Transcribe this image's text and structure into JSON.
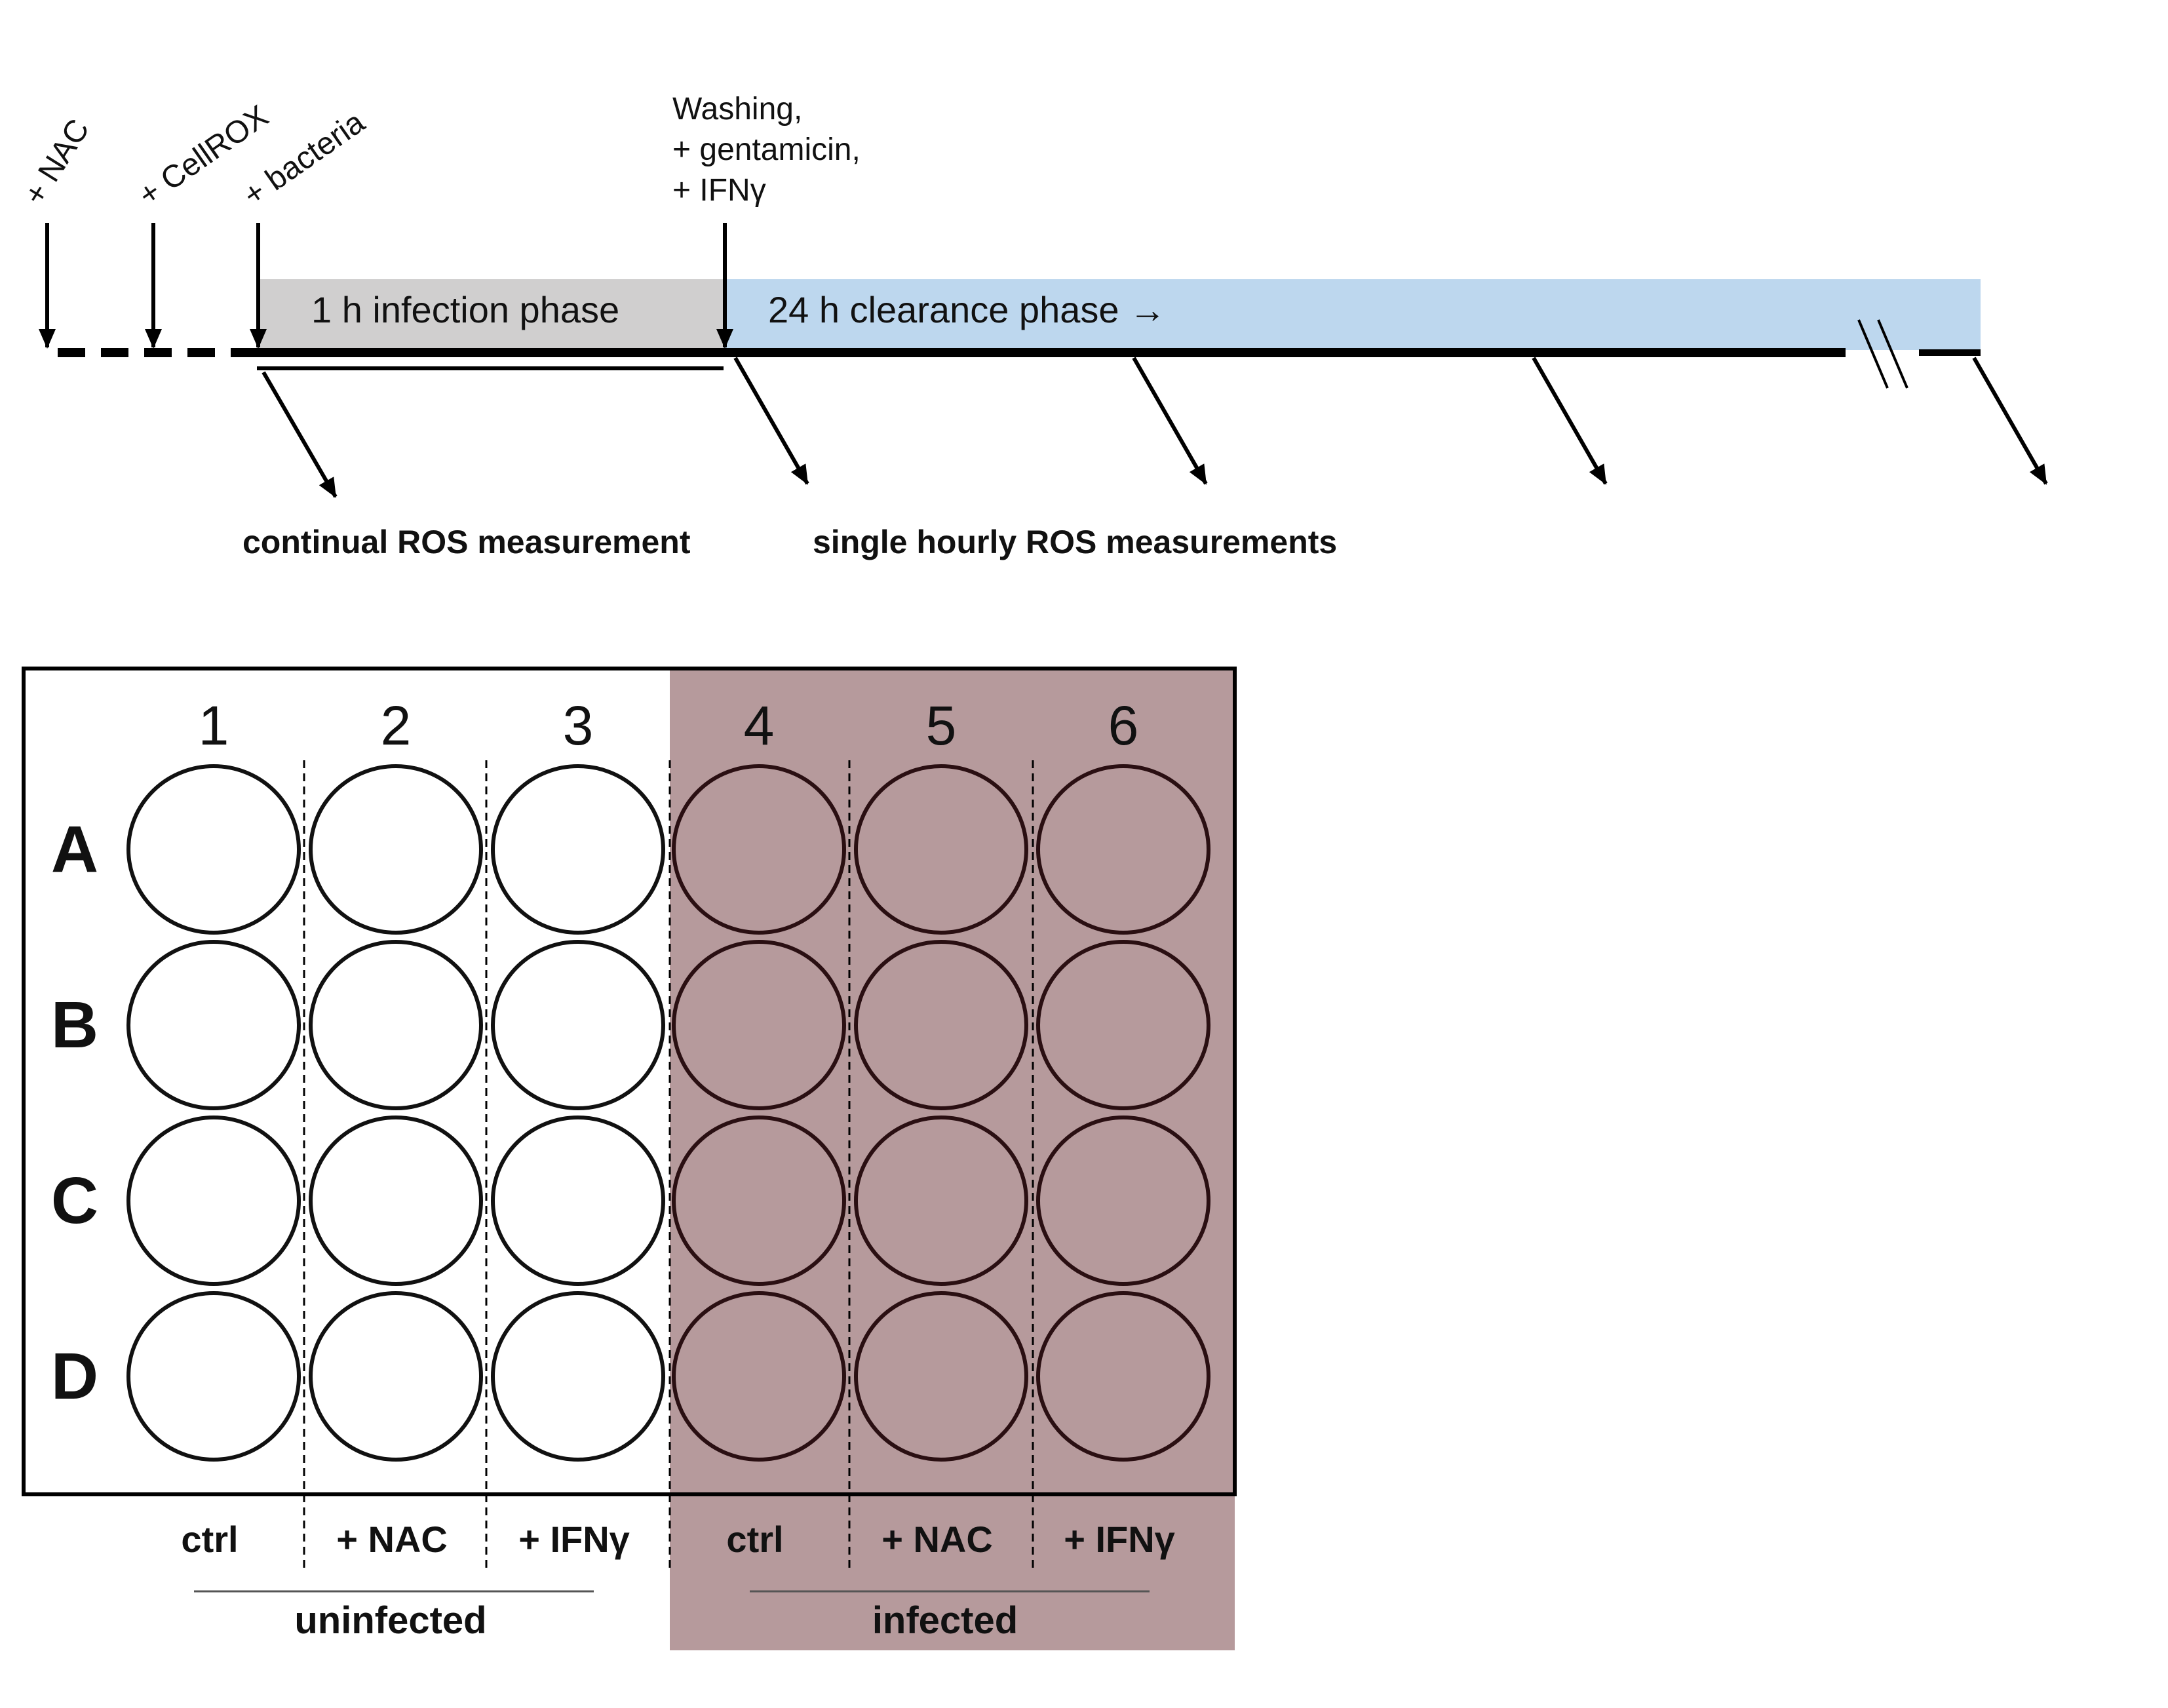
{
  "timeline": {
    "additions": [
      "+ NAC",
      "+ CellROX",
      "+ bacteria"
    ],
    "washing_note": [
      "Washing,",
      "+ gentamicin,",
      "+ IFNγ"
    ],
    "infection_phase_label": "1 h infection phase",
    "clearance_phase_label": "24 h clearance phase →",
    "continual_label": "continual ROS measurement",
    "hourly_label": "single hourly ROS measurements",
    "colors": {
      "infection_phase": "#d0cfcf",
      "clearance_phase": "#bdd7ee"
    }
  },
  "plate": {
    "columns": [
      "1",
      "2",
      "3",
      "4",
      "5",
      "6"
    ],
    "rows": [
      "A",
      "B",
      "C",
      "D"
    ],
    "treatments": [
      "ctrl",
      "+ NAC",
      "+ IFNγ",
      "ctrl",
      "+ NAC",
      "+ IFNγ"
    ],
    "groups": [
      "uninfected",
      "infected"
    ],
    "colors": {
      "infected": "#b69a9c",
      "infected_stroke": "#2a0f12",
      "uninfected_stroke": "#111111"
    }
  }
}
